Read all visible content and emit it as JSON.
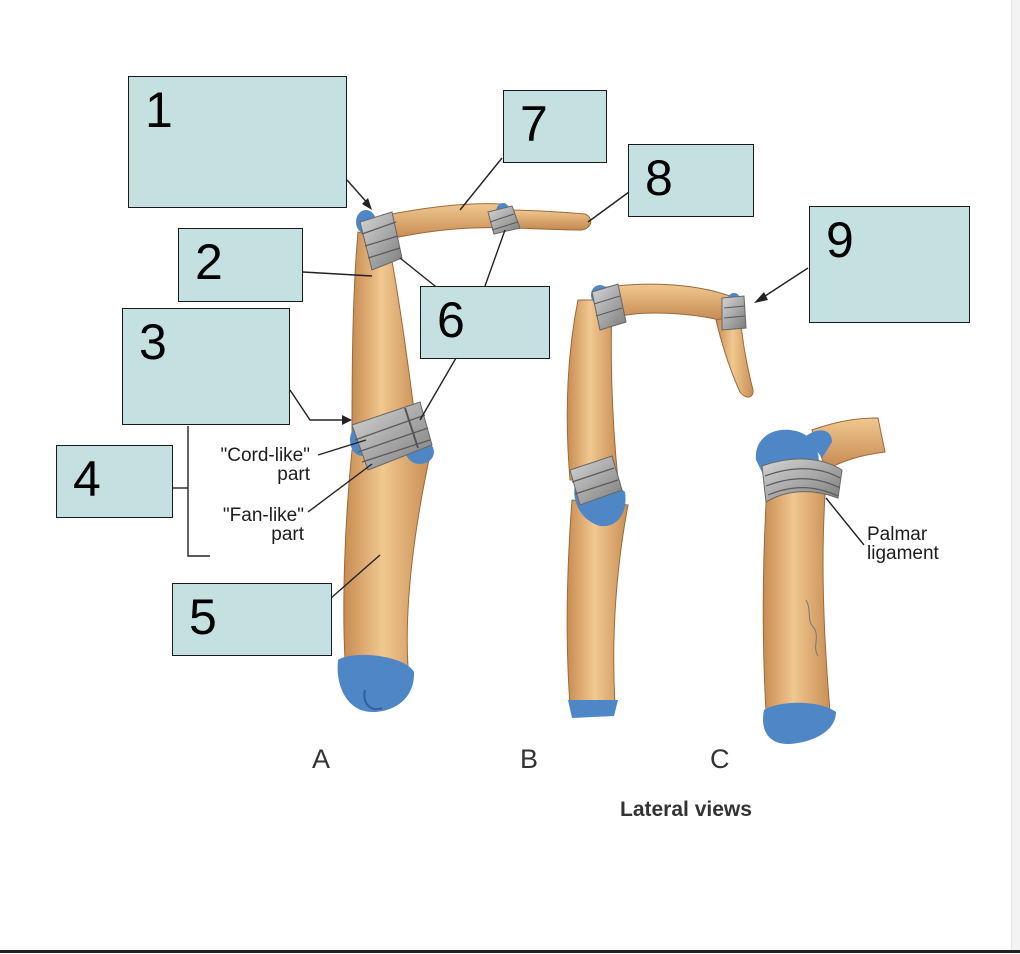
{
  "colors": {
    "bone": "#e2b27c",
    "bone_shadow": "#b97f45",
    "cartilage": "#4f86c6",
    "ligament": "#9a9a9a",
    "label_fill": "#c4e0e1"
  },
  "labels": [
    {
      "id": "1",
      "text": "1"
    },
    {
      "id": "2",
      "text": "2"
    },
    {
      "id": "3",
      "text": "3"
    },
    {
      "id": "4",
      "text": "4"
    },
    {
      "id": "5",
      "text": "5"
    },
    {
      "id": "6",
      "text": "6"
    },
    {
      "id": "7",
      "text": "7"
    },
    {
      "id": "8",
      "text": "8"
    },
    {
      "id": "9",
      "text": "9"
    }
  ],
  "annotations": {
    "cord_like": [
      "\"Cord-like\"",
      "part"
    ],
    "fan_like": [
      "\"Fan-like\"",
      "part"
    ],
    "palmar": [
      "Palmar",
      "ligament"
    ]
  },
  "views": {
    "a": "A",
    "b": "B",
    "c": "C",
    "caption": "Lateral views"
  }
}
